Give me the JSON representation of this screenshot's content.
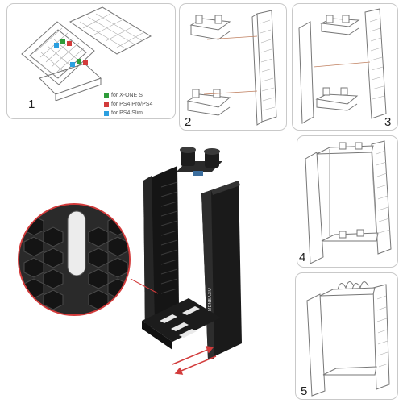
{
  "steps": [
    {
      "number": "1"
    },
    {
      "number": "2"
    },
    {
      "number": "3"
    },
    {
      "number": "4"
    },
    {
      "number": "5"
    }
  ],
  "legend": [
    {
      "label": "for X-ONE S",
      "color": "#2e9c3a"
    },
    {
      "label": "for PS4 Pro/PS4",
      "color": "#d23b3b"
    },
    {
      "label": "for PS4 Slim",
      "color": "#2b9fe0"
    }
  ],
  "brand": "MENBAJIU",
  "colors": {
    "accent": "#d23b3b",
    "product": "#1b1b1b",
    "line": "#7d7d7d"
  }
}
